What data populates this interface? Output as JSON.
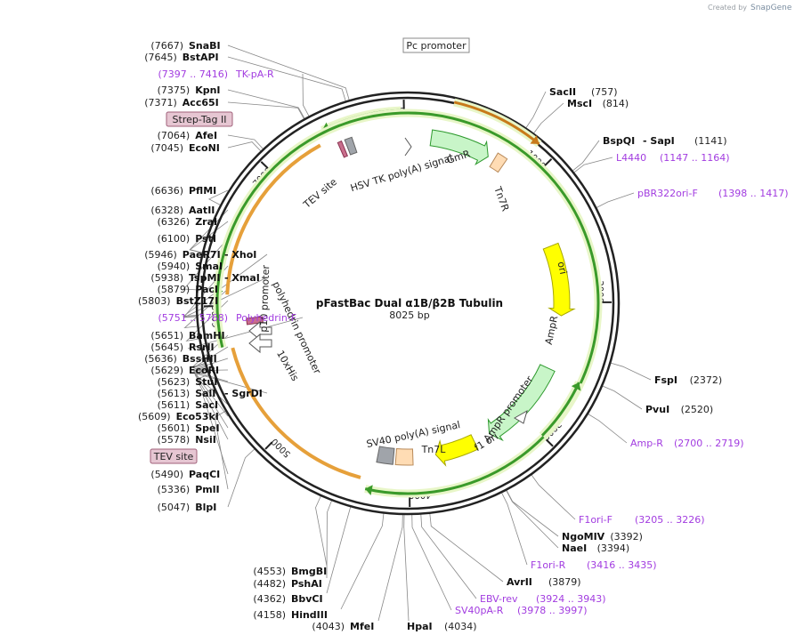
{
  "credit": {
    "created_by": "Created by",
    "brand": "SnapGene"
  },
  "plasmid": {
    "name": "pFastBac Dual α1B/β2B Tubulin",
    "length_label": "8025 bp",
    "length": 8025
  },
  "ticks": [
    {
      "pos": 1000,
      "label": "1000"
    },
    {
      "pos": 2000,
      "label": "2000"
    },
    {
      "pos": 3000,
      "label": "3000"
    },
    {
      "pos": 4000,
      "label": "4000"
    },
    {
      "pos": 5000,
      "label": "5000"
    },
    {
      "pos": 6000,
      "label": "6000"
    },
    {
      "pos": 7000,
      "label": "7000"
    },
    {
      "pos": 8000,
      "label": "8000"
    }
  ],
  "features": [
    {
      "name": "GmR",
      "start": 180,
      "end": 640,
      "color": "#c8f5c8",
      "stroke": "#2e9a2e",
      "arrow": true,
      "ring": 0
    },
    {
      "name": "ori",
      "start": 1520,
      "end": 2110,
      "color": "#ffff00",
      "stroke": "#a8a800",
      "arrow": true,
      "ring": 1
    },
    {
      "name": "AmpR",
      "start": 2560,
      "end": 3300,
      "color": "#c8f5c8",
      "stroke": "#2e9a2e",
      "arrow": true,
      "ring": 1
    },
    {
      "name": "f1 ori",
      "start": 3440,
      "end": 3780,
      "color": "#ffff00",
      "stroke": "#a8a800",
      "arrow": true,
      "ring": 1
    },
    {
      "name": "Tn7R",
      "start": 690,
      "end": 770,
      "color": "#ffdcb4",
      "stroke": "#b88a5a",
      "arrow": false,
      "ring": 0
    },
    {
      "name": "Tn7L",
      "start": 3970,
      "end": 4110,
      "color": "#ffdcb4",
      "stroke": "#b88a5a",
      "arrow": false,
      "ring": 1
    },
    {
      "name": "SV40 poly(A) signal",
      "start": 4130,
      "end": 4260,
      "color": "#a0a4aa",
      "stroke": "#666",
      "arrow": false,
      "ring": 1
    },
    {
      "name": "HSV TK poly(A) signal",
      "start": 7555,
      "end": 7610,
      "color": "#a0a4aa",
      "stroke": "#666",
      "arrow": false,
      "ring": 0
    },
    {
      "name": "TEV site",
      "start": 7500,
      "end": 7530,
      "color": "#c96e8c",
      "stroke": "#8a3452",
      "arrow": false,
      "ring": 0
    },
    {
      "name": "10xHis",
      "start": 5850,
      "end": 5900,
      "color": "#c96e8c",
      "stroke": "#8a3452",
      "arrow": false,
      "ring": 1
    }
  ],
  "orfs": [
    {
      "name": "orf-top",
      "start": 7980,
      "end": 7440,
      "dir": -1,
      "r": 217
    },
    {
      "name": "orf-left-upper",
      "start": 7400,
      "end": 6060,
      "dir": -1,
      "r": 214
    },
    {
      "name": "orf-left-lower",
      "start": 5720,
      "end": 4300,
      "dir": 1,
      "r": 214
    },
    {
      "name": "orf-top-right",
      "start": 290,
      "end": 880,
      "dir": 1,
      "r": 232
    },
    {
      "name": "orf-right",
      "start": 3000,
      "end": 2560,
      "dir": -1,
      "r": 212
    }
  ],
  "inner_labels": [
    {
      "name": "pc-promoter-label",
      "text": "Pc promoter"
    },
    {
      "name": "gmr-label",
      "text": "GmR"
    },
    {
      "name": "tn7r-label",
      "text": "Tn7R"
    },
    {
      "name": "hsv-label",
      "text": "HSV TK poly(A) signal"
    },
    {
      "name": "tev-label",
      "text": "TEV site"
    },
    {
      "name": "ori-label",
      "text": "ori"
    },
    {
      "name": "ampr-label",
      "text": "AmpR"
    },
    {
      "name": "ampr-promoter-label",
      "text": "AmpR promoter"
    },
    {
      "name": "f1ori-label",
      "text": "f1 ori"
    },
    {
      "name": "tn7l-label",
      "text": "Tn7L"
    },
    {
      "name": "sv40-label",
      "text": "SV40 poly(A) signal"
    },
    {
      "name": "p10-label",
      "text": "p10 promoter"
    },
    {
      "name": "polh-label",
      "text": "polyhedrin promoter"
    },
    {
      "name": "his-label",
      "text": "10xHis"
    }
  ],
  "boxed_labels": [
    {
      "name": "strep-tag-label",
      "text": "Strep-Tag II"
    },
    {
      "name": "tev-site-outer-label",
      "text": "TEV site"
    }
  ],
  "left_labels": [
    {
      "pos": 7667,
      "text": "(7667)",
      "name2": "SnaBI"
    },
    {
      "pos": 7645,
      "text": "(7645)",
      "name2": "BstAPI"
    },
    {
      "pos": 7405,
      "text": "(7397 .. 7416)",
      "name2": "TK-pA-R",
      "primer": true
    },
    {
      "pos": 7375,
      "text": "(7375)",
      "name2": "KpnI"
    },
    {
      "pos": 7371,
      "text": "(7371)",
      "name2": "Acc65I"
    },
    {
      "pos": 7064,
      "text": "(7064)",
      "name2": "AfeI"
    },
    {
      "pos": 7045,
      "text": "(7045)",
      "name2": "EcoNI"
    },
    {
      "pos": 6636,
      "text": "(6636)",
      "name2": "PflMI"
    },
    {
      "pos": 6328,
      "text": "(6328)",
      "name2": "AatII"
    },
    {
      "pos": 6326,
      "text": "(6326)",
      "name2": "ZraI"
    },
    {
      "pos": 6100,
      "text": "(6100)",
      "name2": "PstI"
    },
    {
      "pos": 5946,
      "text": "(5946)",
      "name2": "PaeR7I",
      "name3": "- XhoI"
    },
    {
      "pos": 5940,
      "text": "(5940)",
      "name2": "SmaI"
    },
    {
      "pos": 5938,
      "text": "(5938)",
      "name2": "TspMI",
      "name3": "- XmaI"
    },
    {
      "pos": 5879,
      "text": "(5879)",
      "name2": "PacI"
    },
    {
      "pos": 5803,
      "text": "(5803)",
      "name2": "BstZ17I"
    },
    {
      "pos": 5760,
      "text": "(5751 .. 5768)",
      "name2": "Polyhedrin-F",
      "primer": true
    },
    {
      "pos": 5651,
      "text": "(5651)",
      "name2": "BamHI"
    },
    {
      "pos": 5645,
      "text": "(5645)",
      "name2": "RsrII"
    },
    {
      "pos": 5636,
      "text": "(5636)",
      "name2": "BssHII"
    },
    {
      "pos": 5629,
      "text": "(5629)",
      "name2": "EcoRI"
    },
    {
      "pos": 5623,
      "text": "(5623)",
      "name2": "StuI"
    },
    {
      "pos": 5613,
      "text": "(5613)",
      "name2": "SalI",
      "name3": "- SgrDI"
    },
    {
      "pos": 5611,
      "text": "(5611)",
      "name2": "SacI"
    },
    {
      "pos": 5609,
      "text": "(5609)",
      "name2": "Eco53kI"
    },
    {
      "pos": 5601,
      "text": "(5601)",
      "name2": "SpeI"
    },
    {
      "pos": 5578,
      "text": "(5578)",
      "name2": "NsiI"
    },
    {
      "pos": 5490,
      "text": "(5490)",
      "name2": "PaqCI"
    },
    {
      "pos": 5336,
      "text": "(5336)",
      "name2": "PmlI"
    },
    {
      "pos": 5047,
      "text": "(5047)",
      "name2": "BlpI"
    }
  ],
  "right_labels": [
    {
      "pos": 757,
      "text": "SacII",
      "val": "(757)"
    },
    {
      "pos": 814,
      "text": "MscI",
      "val": "(814)"
    },
    {
      "pos": 1141,
      "text": "BspQI",
      "mid": "- SapI",
      "val": "(1141)"
    },
    {
      "pos": 1155,
      "text": "L4440",
      "val": "(1147 .. 1164)",
      "primer": true
    },
    {
      "pos": 1407,
      "text": "pBR322ori-F",
      "val": "(1398 .. 1417)",
      "primer": true
    },
    {
      "pos": 2372,
      "text": "FspI",
      "val": "(2372)"
    },
    {
      "pos": 2520,
      "text": "PvuI",
      "val": "(2520)"
    },
    {
      "pos": 2710,
      "text": "Amp-R",
      "val": "(2700 .. 2719)",
      "primer": true
    },
    {
      "pos": 3215,
      "text": "F1ori-F",
      "val": "(3205 .. 3226)",
      "primer": true
    },
    {
      "pos": 3392,
      "text": "NgoMIV",
      "val": "(3392)"
    },
    {
      "pos": 3394,
      "text": "NaeI",
      "val": "(3394)"
    },
    {
      "pos": 3425,
      "text": "F1ori-R",
      "val": "(3416 .. 3435)",
      "primer": true
    },
    {
      "pos": 3879,
      "text": "AvrII",
      "val": "(3879)"
    },
    {
      "pos": 3933,
      "text": "EBV-rev",
      "val": "(3924 .. 3943)",
      "primer": true
    },
    {
      "pos": 3987,
      "text": "SV40pA-R",
      "val": "(3978 .. 3997)",
      "primer": true
    }
  ],
  "bottom_labels": [
    {
      "pos": 4553,
      "text": "(4553)",
      "name2": "BmgBI"
    },
    {
      "pos": 4482,
      "text": "(4482)",
      "name2": "PshAI"
    },
    {
      "pos": 4362,
      "text": "(4362)",
      "name2": "BbvCI"
    },
    {
      "pos": 4158,
      "text": "(4158)",
      "name2": "HindIII"
    },
    {
      "pos": 4043,
      "text": "(4043)",
      "name2": "MfeI"
    },
    {
      "pos": 4034,
      "text": "HpaI",
      "name2": "(4034)"
    }
  ]
}
